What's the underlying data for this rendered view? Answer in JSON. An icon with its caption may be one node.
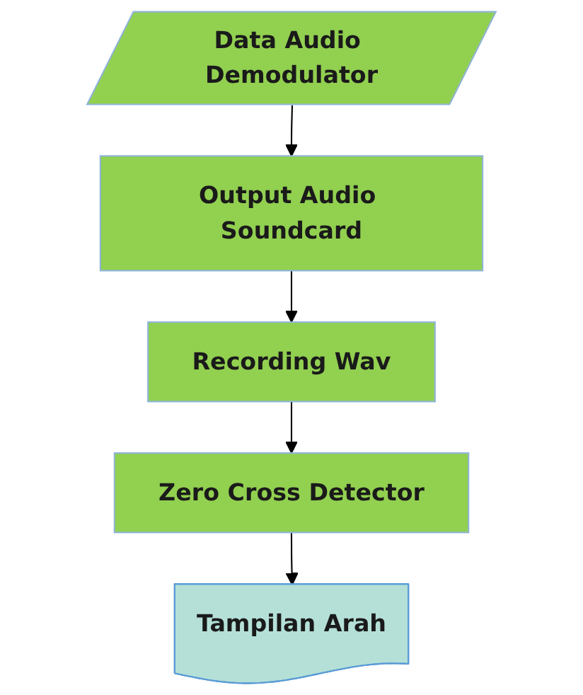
{
  "diagram": {
    "nodes": [
      {
        "text": [
          "Data Audio Demodulator"
        ]
      },
      {
        "text": [
          "Output Audio Soundcard"
        ]
      },
      {
        "text": [
          "Recording Wav"
        ]
      },
      {
        "text": [
          "Zero Cross Detector"
        ]
      },
      {
        "text": [
          "Tampilan Arah"
        ]
      }
    ],
    "edges": [
      {
        "from": 0,
        "to": 1,
        "arrow": "to"
      },
      {
        "from": 1,
        "to": 2,
        "arrow": "to"
      },
      {
        "from": 2,
        "to": 3,
        "arrow": "to"
      },
      {
        "from": 3,
        "to": 4,
        "arrow": "to"
      }
    ]
  }
}
